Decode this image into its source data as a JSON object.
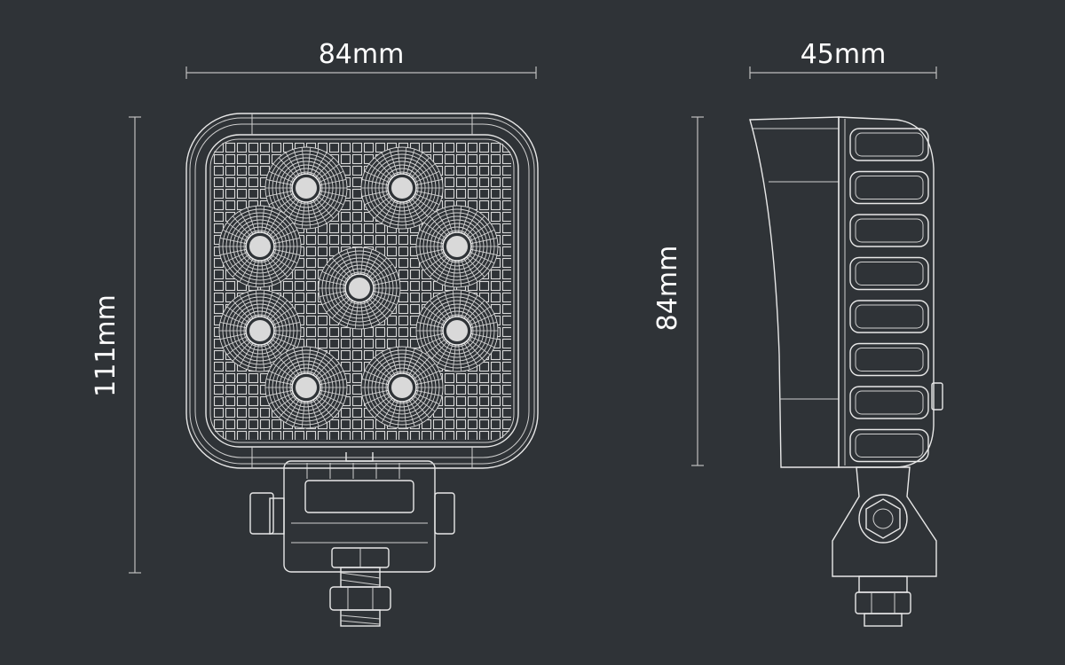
{
  "dimensions": {
    "front_width": "84mm",
    "front_height": "111mm",
    "side_depth": "45mm",
    "side_height": "84mm"
  },
  "colors": {
    "background": "#2f3337",
    "line": "#e8e8e8",
    "dimension_line": "#bfbfbf"
  },
  "led_count": 9
}
